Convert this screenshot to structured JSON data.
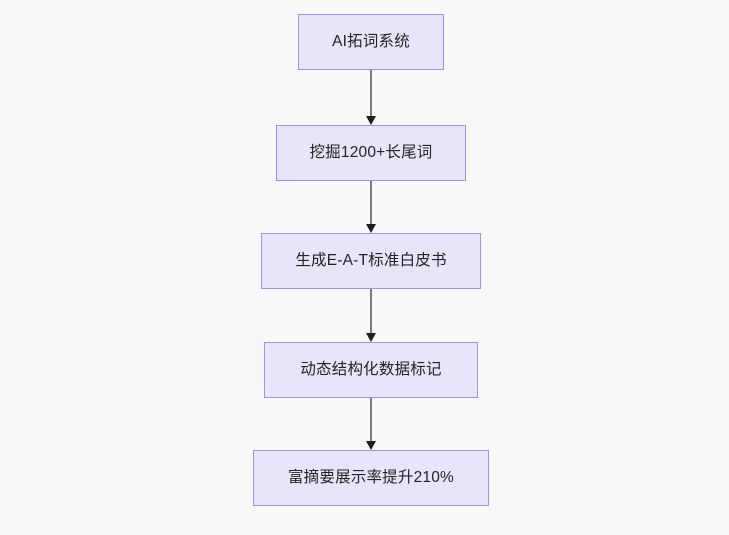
{
  "diagram": {
    "type": "flowchart",
    "orientation": "top-to-bottom",
    "background_color": "#f8f8f8",
    "node_fill_color": "#e8e4fa",
    "node_border_color": "#a98fd8",
    "node_text_color": "#232323",
    "edge_color": "#7a7a7a",
    "arrowhead_color": "#1f1f1f",
    "nodes": [
      {
        "id": "n1",
        "label": "AI拓词系统"
      },
      {
        "id": "n2",
        "label": "挖掘1200+长尾词"
      },
      {
        "id": "n3",
        "label": "生成E-A-T标准白皮书"
      },
      {
        "id": "n4",
        "label": "动态结构化数据标记"
      },
      {
        "id": "n5",
        "label": "富摘要展示率提升210%"
      }
    ],
    "edges": [
      {
        "from": "n1",
        "to": "n2",
        "label": ""
      },
      {
        "from": "n2",
        "to": "n3",
        "label": ""
      },
      {
        "from": "n3",
        "to": "n4",
        "label": ""
      },
      {
        "from": "n4",
        "to": "n5",
        "label": ""
      }
    ]
  }
}
